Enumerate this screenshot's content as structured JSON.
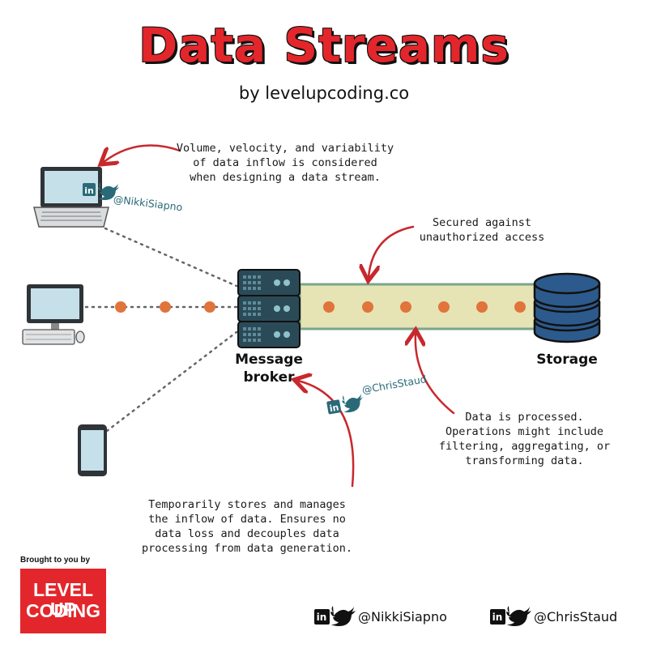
{
  "header": {
    "title": "Data Streams",
    "subtitle": "by levelupcoding.co"
  },
  "annotations": {
    "inflow_note": [
      "Volume, velocity, and variability",
      "of data inflow is considered",
      "when designing a data stream."
    ],
    "security_note": [
      "Secured against",
      "unauthorized access"
    ],
    "processing_note": [
      "Data is processed.",
      "Operations might include",
      "filtering, aggregating, or",
      "transforming data."
    ],
    "broker_note": [
      "Temporarily stores and manages",
      "the inflow of data. Ensures no",
      "data loss and decouples data",
      "processing from data generation."
    ]
  },
  "nodes": {
    "broker_label": [
      "Message",
      "broker"
    ],
    "storage_label": "Storage"
  },
  "handles": {
    "nikki": "@NikkiSiapno",
    "chris": "@ChrisStaud"
  },
  "footer": {
    "brought_by": "Brought to you by",
    "logo_line1": "LEVEL UP",
    "logo_line2": "CODING",
    "nikki_handle": "@NikkiSiapno",
    "chris_handle": "@ChrisStaud"
  },
  "colors": {
    "accent_red": "#e3262b",
    "dot_orange": "#e0743a",
    "pipe_fill": "#e6e3b4",
    "pipe_border": "#7aa58c",
    "server_dark": "#2b4a57",
    "storage_blue": "#2d5a8c",
    "screen_blue": "#c6e0ea",
    "handle_teal": "#2a6a78"
  },
  "icons": [
    "laptop-icon",
    "desktop-icon",
    "phone-icon",
    "server-icon",
    "database-icon",
    "linkedin-icon",
    "twitter-icon",
    "curved-arrow-icon"
  ]
}
